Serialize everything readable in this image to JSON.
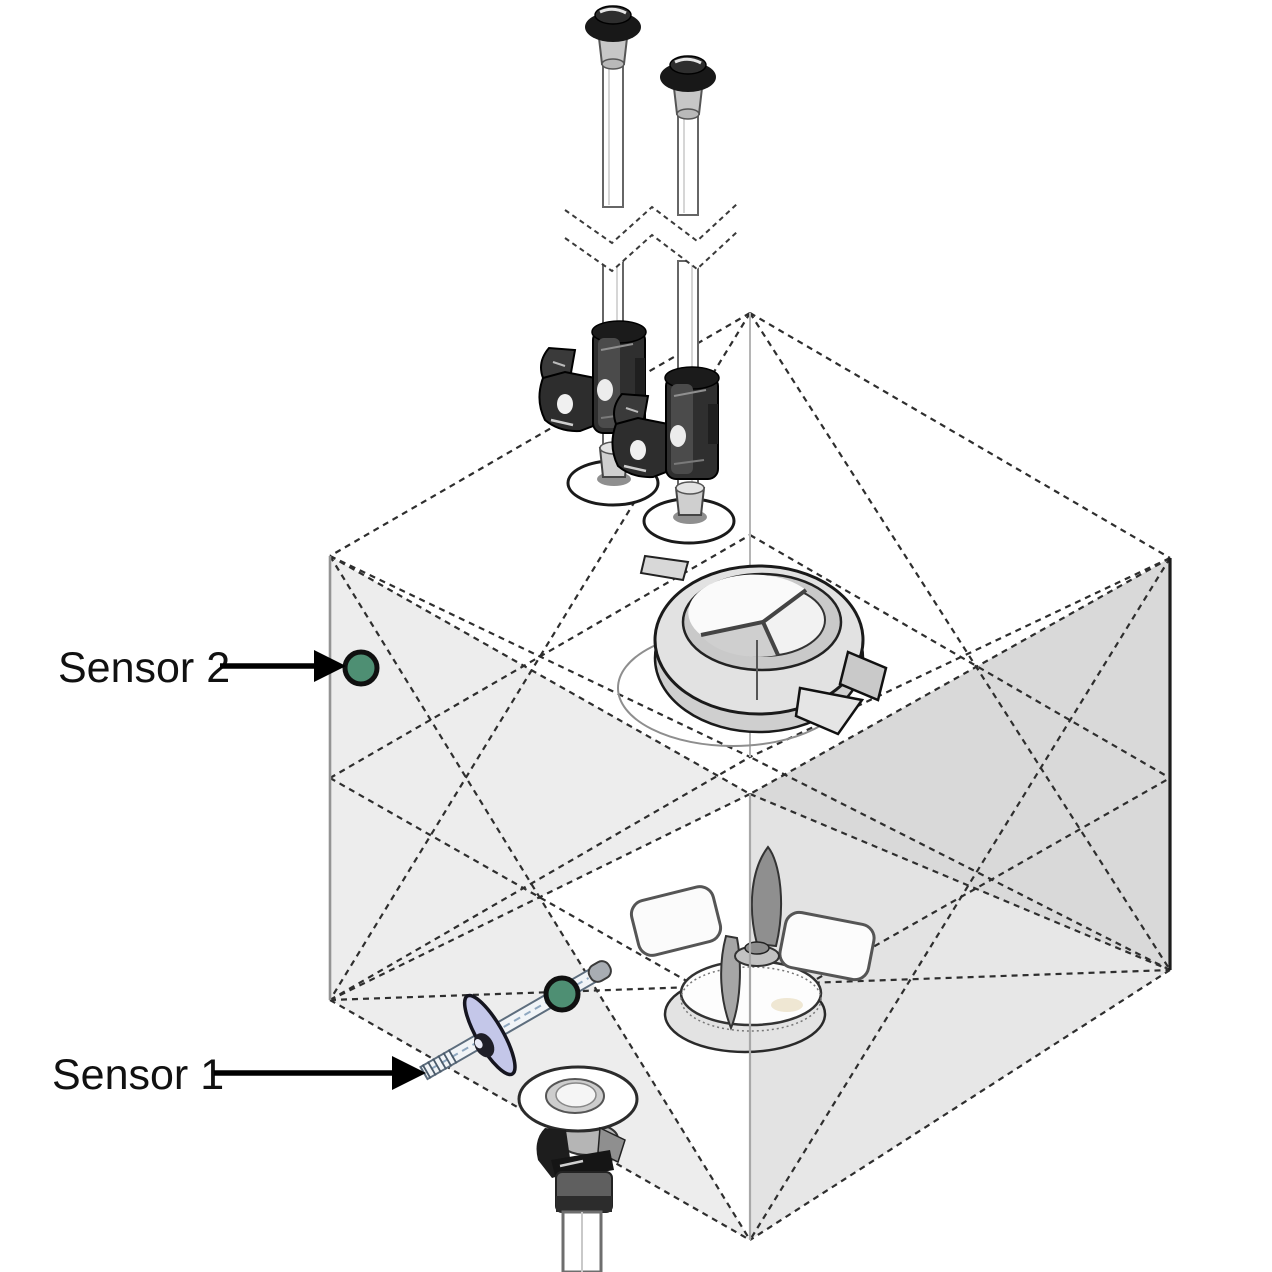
{
  "figure": {
    "kind": "isometric-tank-sensor-diagram",
    "labels": {
      "sensor1": "Sensor 1",
      "sensor2": "Sensor 2"
    },
    "colors": {
      "marker_green": "#4E8F73",
      "marker_outline": "#101010",
      "probe_disc_lavender": "#C4C7E9",
      "face_light": "#EDEDED",
      "face_medium": "#D9D9D9",
      "background": "#FFFFFF"
    },
    "components": [
      "tank-outline",
      "dip-tube-1",
      "dip-tube-2",
      "tube-break-symbol",
      "pinch-clamp-1",
      "pinch-clamp-2",
      "port-gasket-1",
      "port-gasket-2",
      "tri-clamp-port",
      "magnetic-impeller",
      "sensor-probe",
      "bottom-drain-fitting",
      "sensor-1-marker",
      "sensor-2-marker"
    ]
  }
}
